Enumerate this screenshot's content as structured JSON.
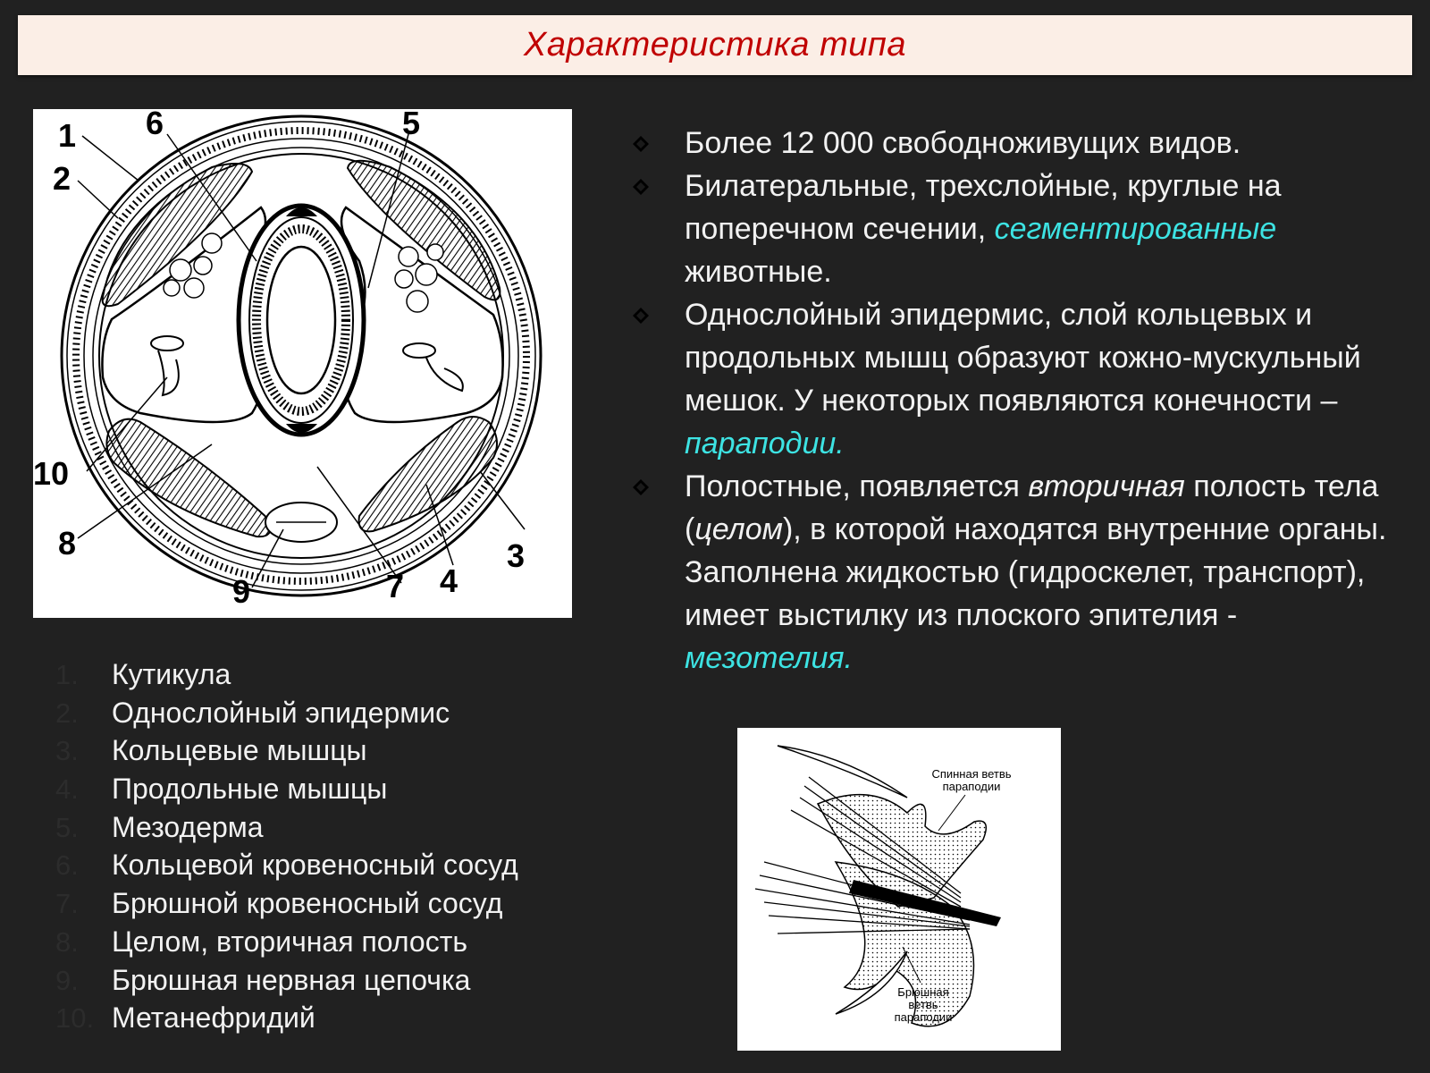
{
  "slide": {
    "title": "Характеристика типа"
  },
  "figure_cross_section": {
    "labels": [
      "1",
      "2",
      "3",
      "4",
      "5",
      "6",
      "7",
      "8",
      "9",
      "10"
    ]
  },
  "figure_parapodium": {
    "label_dorsal_line1": "Спинная ветвь",
    "label_dorsal_line2": "параподии",
    "label_ventral_line1": "Брюшная",
    "label_ventral_line2": "ветвь",
    "label_ventral_line3": "параподии"
  },
  "legend": {
    "items": [
      {
        "num": "1.",
        "text": "Кутикула"
      },
      {
        "num": "2.",
        "text": "Однослойный эпидермис"
      },
      {
        "num": "3.",
        "text": "Кольцевые мышцы"
      },
      {
        "num": "4.",
        "text": "Продольные мышцы"
      },
      {
        "num": "5.",
        "text": "Мезодерма"
      },
      {
        "num": "6.",
        "text": "Кольцевой кровеносный сосуд"
      },
      {
        "num": "7.",
        "text": "Брюшной кровеносный сосуд"
      },
      {
        "num": "8.",
        "text": "Целом, вторичная полость"
      },
      {
        "num": "9.",
        "text": "Брюшная нервная цепочка"
      },
      {
        "num": "10.",
        "text": "Метанефридий"
      }
    ]
  },
  "bullets": {
    "b1": "Более 12 000 свободноживущих видов.",
    "b2_part1": "Билатеральные, трехслойные, круглые на поперечном сечении, ",
    "b2_highlight": "сегментированные",
    "b2_part2": " животные.",
    "b3_part1": "Однослойный эпидермис, слой кольцевых и продольных мышц образуют кожно-мускульный мешок. У некоторых появляются конечности – ",
    "b3_highlight": "параподии",
    "b3_part2": ".",
    "b4_part1": "Полостные, появляется ",
    "b4_italic1": "вторичная",
    "b4_part2": " полость тела (",
    "b4_italic2": "целом",
    "b4_part3": "), в которой находятся внутренние органы. Заполнена жидкостью (гидроскелет, транспорт), имеет выстилку из плоского эпителия - ",
    "b4_highlight": "мезотелия",
    "b4_part4": "."
  },
  "colors": {
    "background": "#212121",
    "title_bar": "#fbeee6",
    "title_text": "#c00000",
    "highlight": "#3de3e3",
    "body_text": "#f2f2f2"
  }
}
